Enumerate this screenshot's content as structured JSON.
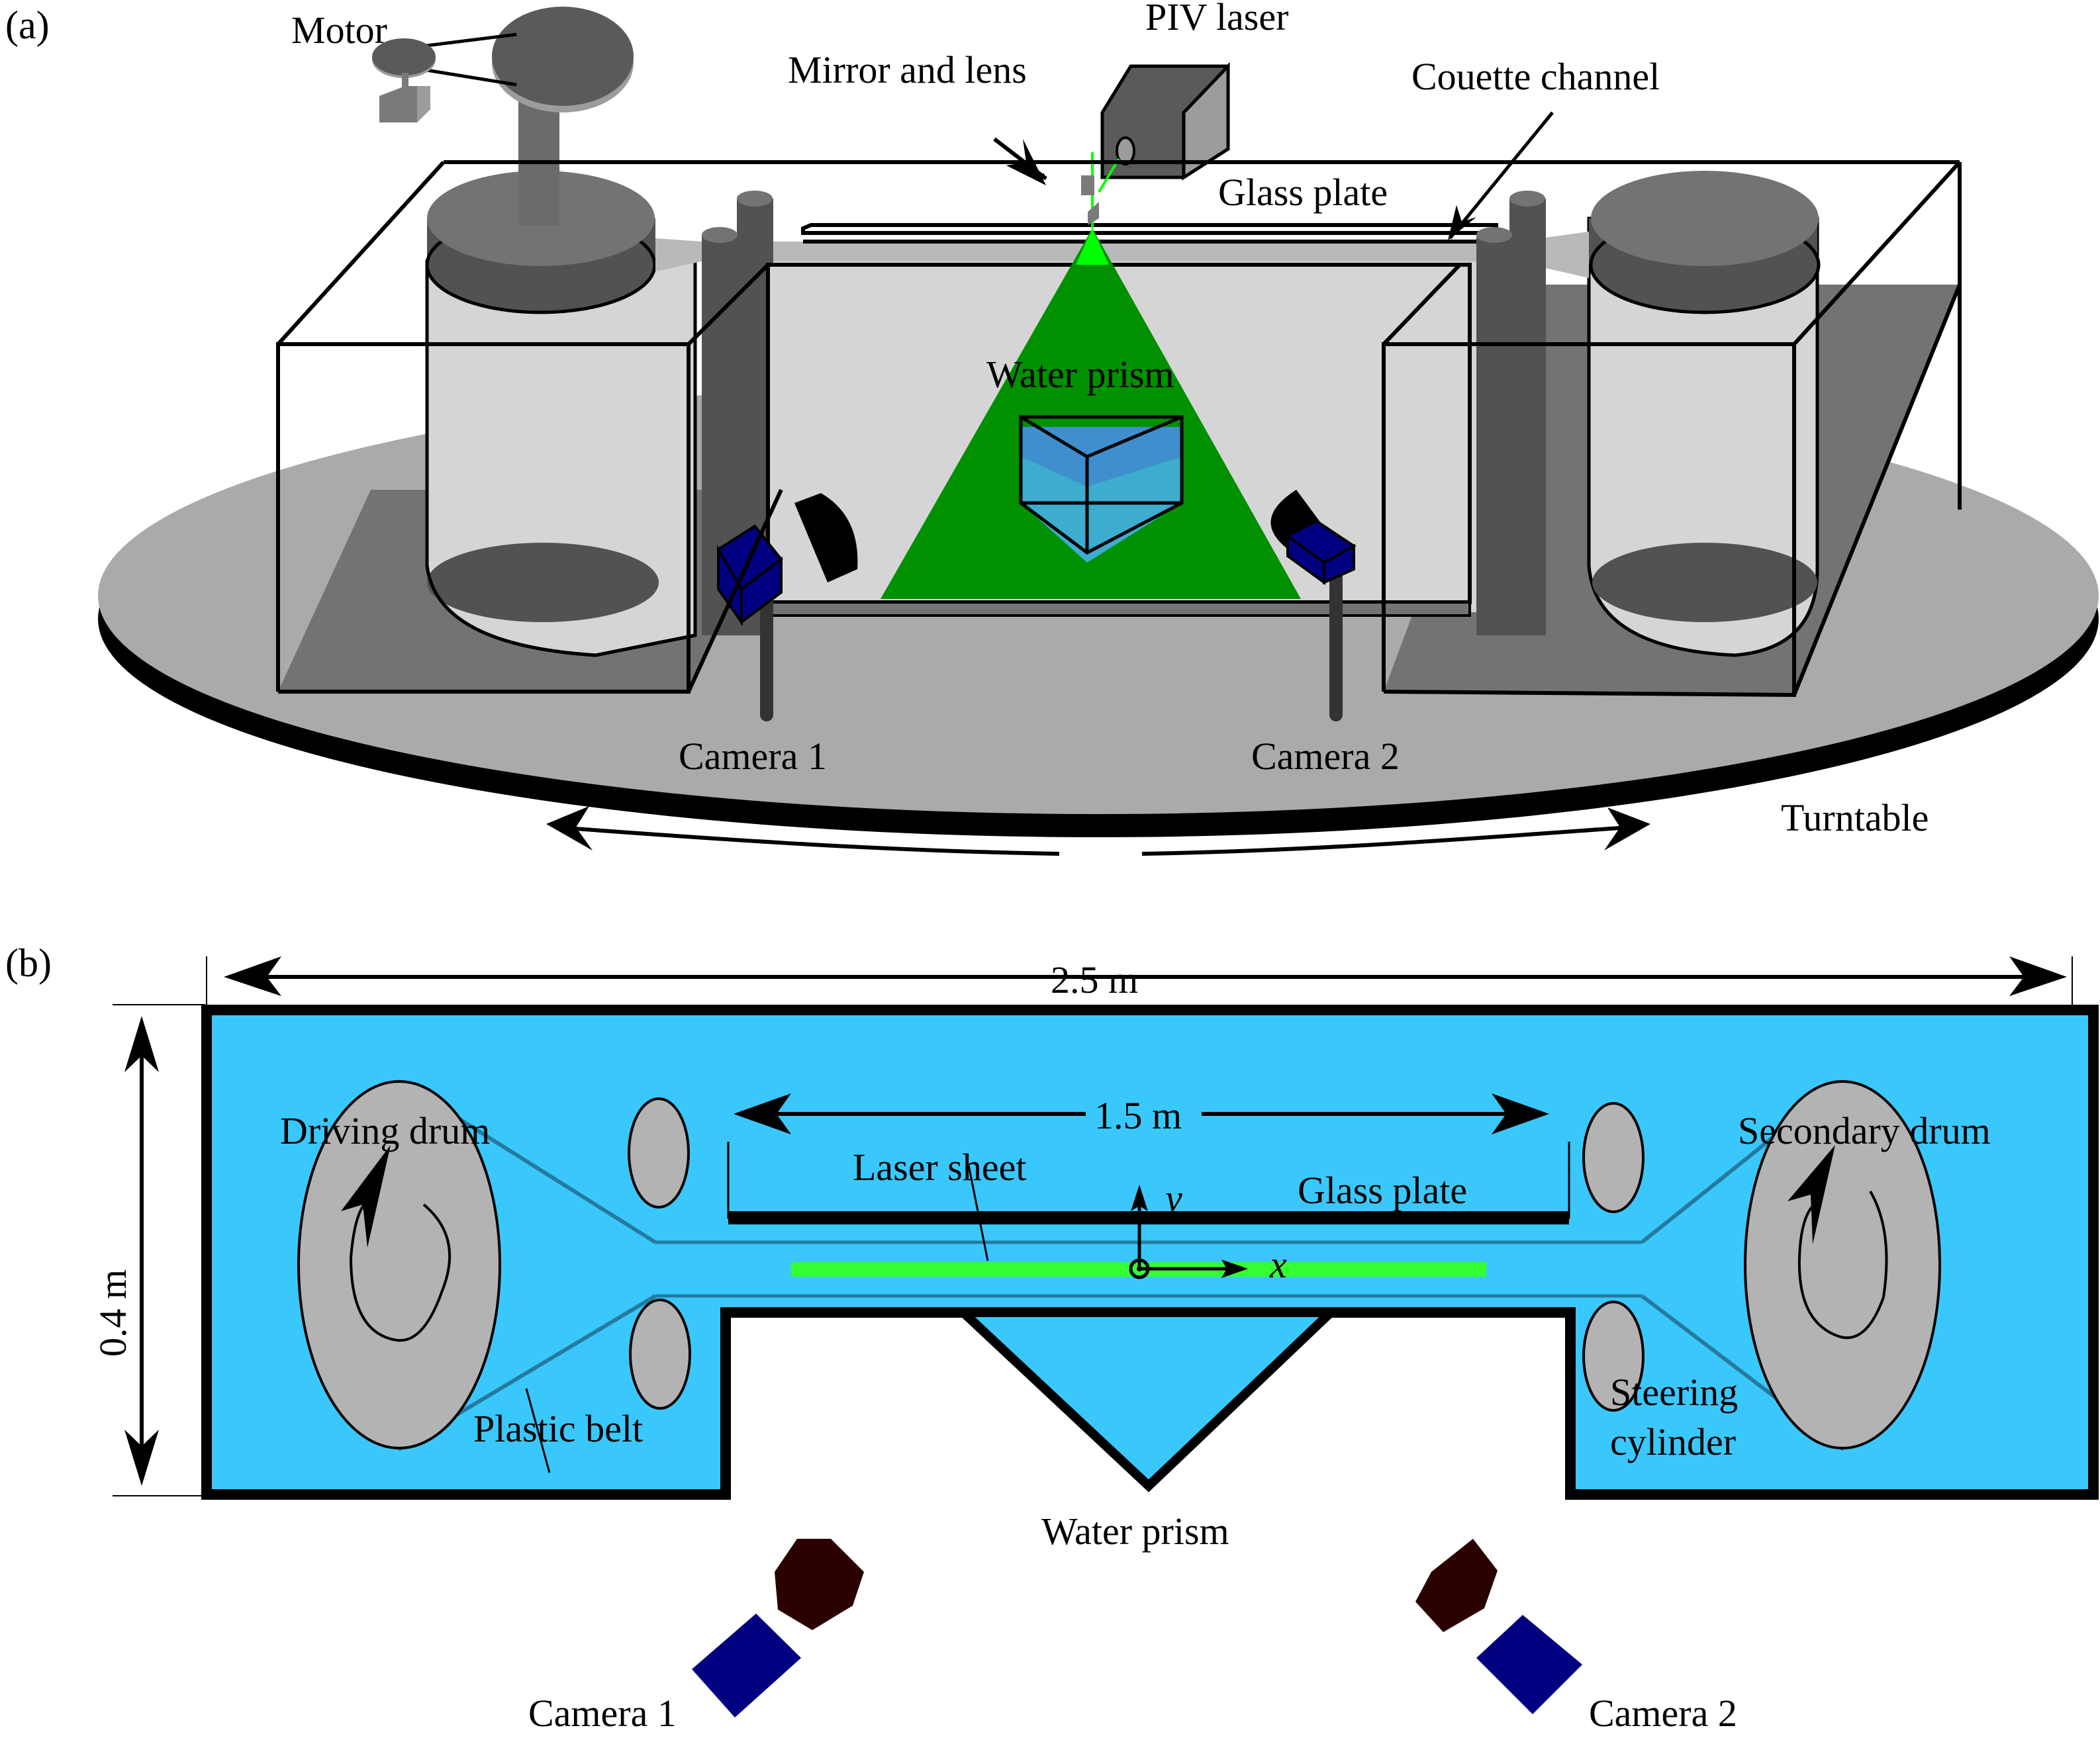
{
  "figure": {
    "panel_a": {
      "tag": "(a)",
      "labels": {
        "motor": "Motor",
        "piv_laser": "PIV laser",
        "mirror_and_lens": "Mirror and lens",
        "couette_channel": "Couette channel",
        "glass_plate": "Glass plate",
        "water_prism": "Water prism",
        "camera_1": "Camera 1",
        "camera_2": "Camera 2",
        "turntable": "Turntable"
      }
    },
    "panel_b": {
      "tag": "(b)",
      "labels": {
        "total_length": "2.5 m",
        "plate_length": "1.5 m",
        "width": "0.4 m",
        "driving_drum": "Driving drum",
        "secondary_drum": "Secondary drum",
        "laser_sheet": "Laser sheet",
        "glass_plate": "Glass plate",
        "plastic_belt": "Plastic belt",
        "steering_cylinder_line1": "Steering",
        "steering_cylinder_line2": "cylinder",
        "water_prism": "Water prism",
        "camera_1": "Camera 1",
        "camera_2": "Camera 2",
        "axis_x": "x",
        "axis_y": "y"
      }
    },
    "colors": {
      "water": "#3ac8fc",
      "laser_sheet_light": "#33ff33",
      "laser_cone": "#009000",
      "laser_cone_tip": "#00ff00",
      "prism_blue": "#3eaccf",
      "prism_top": "#3f8ece",
      "camera_body": "#000080",
      "camera_lens_b": "#2a0000",
      "drum_grey": "#b3b3b3",
      "turntable": "#aaaaaa",
      "tank_wall": "#d5d5d5"
    }
  }
}
